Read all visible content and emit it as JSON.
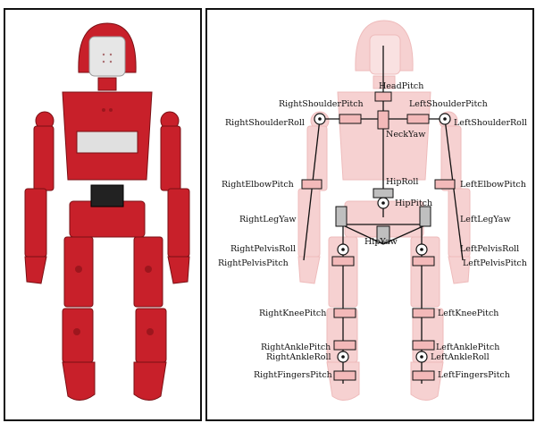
{
  "figure": {
    "left_panel_caption": "",
    "right_panel_caption": ""
  },
  "joints": {
    "head_pitch": "HeadPitch",
    "right_shoulder_pitch": "RightShoulderPitch",
    "left_shoulder_pitch": "LeftShoulderPitch",
    "right_shoulder_roll": "RightShoulderRoll",
    "left_shoulder_roll": "LeftShoulderRoll",
    "neck_yaw": "NeckYaw",
    "right_elbow_pitch": "RightElbowPitch",
    "left_elbow_pitch": "LeftElbowPitch",
    "hip_roll": "HipRoll",
    "hip_pitch": "HipPitch",
    "right_leg_yaw": "RightLegYaw",
    "left_leg_yaw": "LeftLegYaw",
    "hip_yaw": "HipYaw",
    "right_pelvis_roll": "RightPelvisRoll",
    "left_pelvis_roll": "LeftPelvisRoll",
    "right_pelvis_pitch": "RightPelvisPitch",
    "left_pelvis_pitch": "LeftPelvisPitch",
    "right_knee_pitch": "RightKneePitch",
    "left_knee_pitch": "LeftKneePitch",
    "right_ankle_pitch": "RightAnklePitch",
    "left_ankle_pitch": "LeftAnklePitch",
    "right_ankle_roll": "RightAnkleRoll",
    "left_ankle_roll": "LeftAnkleRoll",
    "right_fingers_pitch": "RightFingersPitch",
    "left_fingers_pitch": "LeftFingersPitch"
  },
  "colors": {
    "robot_red": "#c8202a",
    "robot_dark": "#7a0f14",
    "ghost_red": "#f5c9c9",
    "joint_fill": "#f3b9b9",
    "line": "#111111"
  }
}
